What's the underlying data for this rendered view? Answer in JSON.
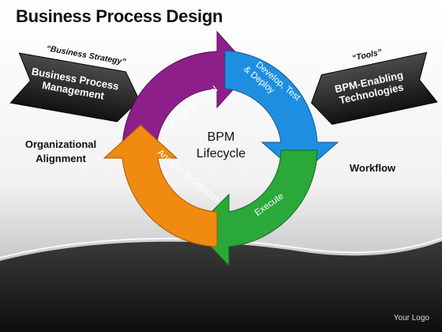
{
  "title": "Business Process Design",
  "center": {
    "line1": "BPM",
    "line2": "Lifecycle"
  },
  "cycle": [
    {
      "label": "Design & Model",
      "color": "#8e1f8a"
    },
    {
      "label": "Develop, Test & Deploy",
      "color": "#1e8fe0"
    },
    {
      "label": "Execute",
      "color": "#2aa83a"
    },
    {
      "label": "Analyze & Optimize",
      "color": "#f08a10"
    }
  ],
  "left_banner": {
    "quote": "“Business Strategy”",
    "line1": "Business Process",
    "line2": "Management"
  },
  "right_banner": {
    "quote": "“Tools”",
    "line1": "BPM-Enabling",
    "line2": "Technologies"
  },
  "left_caption": {
    "line1": "Organizational",
    "line2": "Alignment"
  },
  "right_caption": "Workflow",
  "logo": "Your Logo"
}
